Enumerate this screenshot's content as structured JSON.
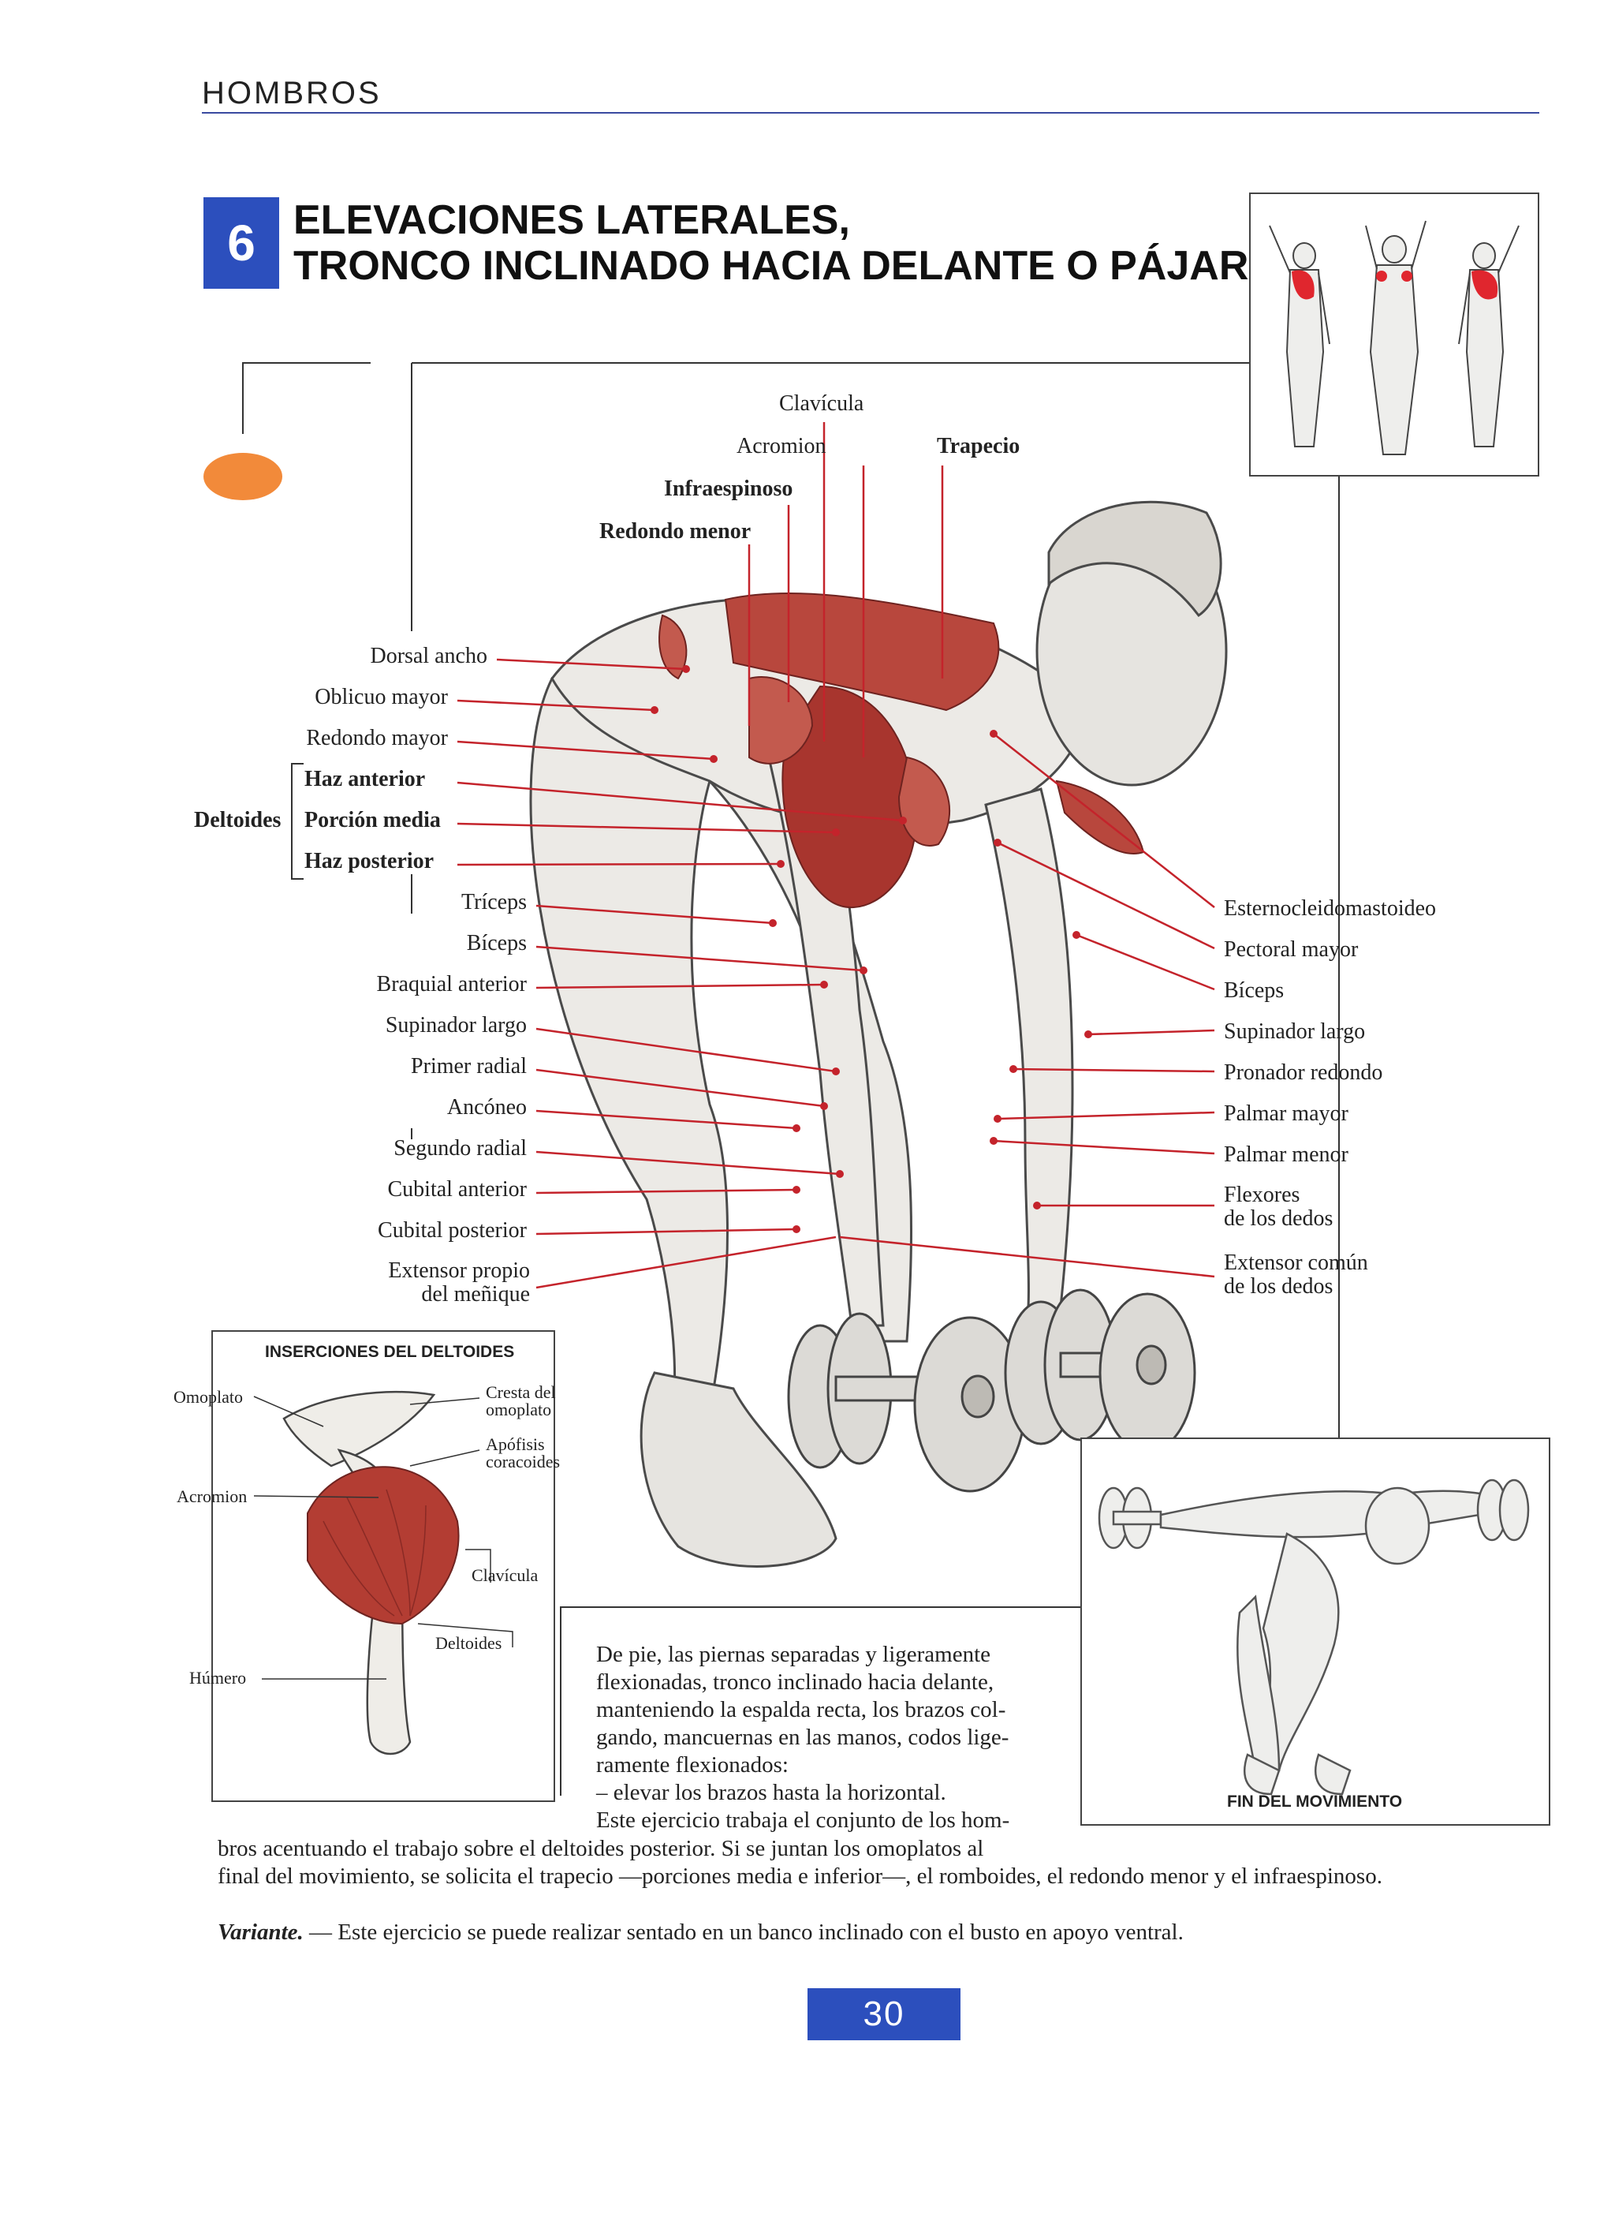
{
  "header": {
    "section": "HOMBROS"
  },
  "exercise": {
    "number": "6",
    "title_line1": "ELEVACIONES LATERALES,",
    "title_line2": "TRONCO INCLINADO HACIA DELANTE O PÁJARO"
  },
  "labels": {
    "top": {
      "clavicula": "Clavícula",
      "acromion": "Acromion",
      "trapecio": "Trapecio",
      "infraespinoso": "Infraespinoso",
      "redondo_menor": "Redondo menor"
    },
    "left": {
      "dorsal_ancho": "Dorsal ancho",
      "oblicuo_mayor": "Oblicuo mayor",
      "redondo_mayor": "Redondo mayor",
      "deltoides": "Deltoides",
      "haz_anterior": "Haz anterior",
      "porcion_media": "Porción media",
      "haz_posterior": "Haz posterior",
      "triceps": "Tríceps",
      "biceps": "Bíceps",
      "braquial_anterior": "Braquial anterior",
      "supinador_largo": "Supinador largo",
      "primer_radial": "Primer radial",
      "anconeo": "Ancóneo",
      "segundo_radial": "Segundo radial",
      "cubital_anterior": "Cubital anterior",
      "cubital_posterior": "Cubital posterior",
      "extensor_propio_1": "Extensor propio",
      "extensor_propio_2": "del meñique"
    },
    "right": {
      "esternocleidomastoideo": "Esternocleidomastoideo",
      "pectoral_mayor": "Pectoral mayor",
      "biceps": "Bíceps",
      "supinador_largo": "Supinador largo",
      "pronador_redondo": "Pronador redondo",
      "palmar_mayor": "Palmar mayor",
      "palmar_menor": "Palmar menor",
      "flexores_1": "Flexores",
      "flexores_2": "de los dedos",
      "extensor_comun_1": "Extensor común",
      "extensor_comun_2": "de los dedos"
    }
  },
  "inset_deltoides": {
    "title": "INSERCIONES DEL DELTOIDES",
    "omoplato": "Omoplato",
    "cresta_1": "Cresta del",
    "cresta_2": "omoplato",
    "apofisis_1": "Apófisis",
    "apofisis_2": "coracoides",
    "acromion": "Acromion",
    "clavicula": "Clavícula",
    "deltoides": "Deltoides",
    "humero": "Húmero"
  },
  "inset_movement": {
    "caption": "FIN DEL MOVIMIENTO"
  },
  "description": {
    "l1": "De pie, las piernas separadas y ligeramente",
    "l2": "flexionadas, tronco inclinado hacia delante,",
    "l3": "manteniendo la espalda recta, los brazos col-",
    "l4": "gando, mancuernas en las manos, codos lige-",
    "l5": "ramente flexionados:",
    "l6": "– elevar los brazos hasta la horizontal.",
    "l7": "Este ejercicio trabaja el conjunto de los hom-",
    "l8": "bros acentuando el trabajo sobre el deltoides posterior. Si se juntan los omoplatos al",
    "l9": "final del movimiento, se solicita el trapecio —porciones media e inferior—, el romboides, el redondo menor y el infraespinoso."
  },
  "variante": {
    "label": "Variante.",
    "text": " — Este ejercicio se puede realizar sentado en un banco inclinado con el busto en apoyo ventral."
  },
  "page_number": "30",
  "colors": {
    "accent_blue": "#2c4fbd",
    "leader_red": "#c4232b",
    "muscle_red": "#b8473d",
    "orange_marker": "#f28a3a"
  }
}
